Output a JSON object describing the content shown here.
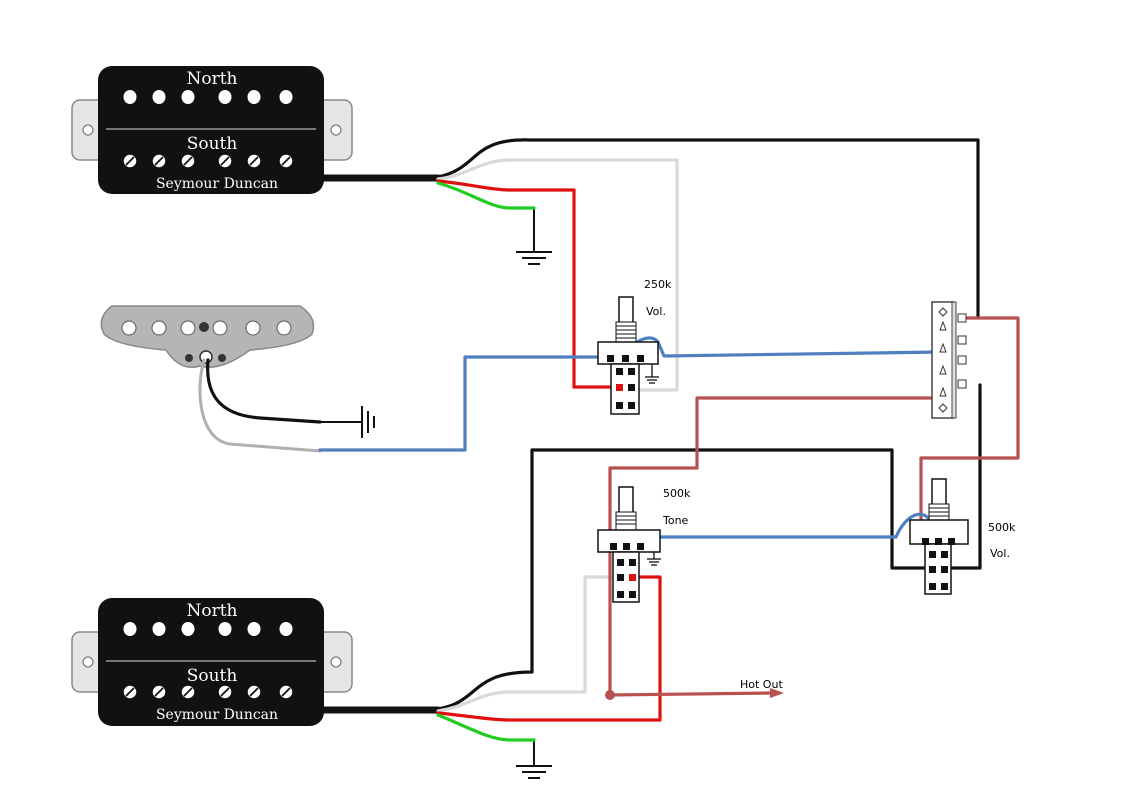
{
  "pickups": {
    "neck": {
      "top_label": "North",
      "bottom_label": "South",
      "brand": "Seymour Duncan"
    },
    "bridge": {
      "top_label": "North",
      "bottom_label": "South",
      "brand": "Seymour Duncan"
    }
  },
  "pots": {
    "vol1": {
      "value": "250k",
      "name": "Vol."
    },
    "tone": {
      "value": "500k",
      "name": "Tone"
    },
    "vol2": {
      "value": "500k",
      "name": "Vol."
    }
  },
  "output": {
    "label": "Hot Out"
  },
  "colors": {
    "black": "#111111",
    "white_wire": "#d9d9d9",
    "red": "#e01010",
    "green": "#22cc22",
    "blue": "#4f7fbf",
    "brown_red": "#b85050"
  }
}
